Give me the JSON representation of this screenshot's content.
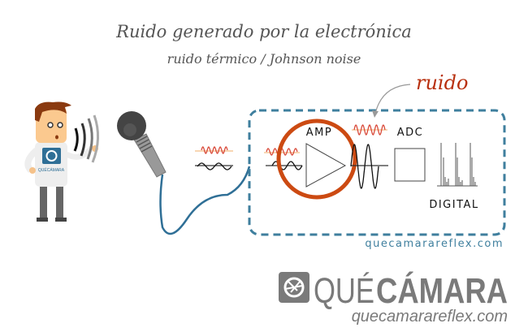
{
  "title": "Ruido generado por la electrónica",
  "subtitle": "ruido térmico / Johnson noise",
  "annotation": "ruido",
  "labels": {
    "amp": "AMP",
    "adc": "ADC",
    "digital": "DIGITAL"
  },
  "box_watermark": "quecamarareflex.com",
  "logo": {
    "que": "QUÉ",
    "camara": "CÁMARA",
    "url": "quecamarareflex.com",
    "shirt_text": "QUÉCÁMARA"
  },
  "colors": {
    "noise": "#d94a3a",
    "highlight": "#cc4a12",
    "box": "#3f7f9e",
    "cable": "#2f6f96",
    "logo": "#7a7a7a"
  }
}
